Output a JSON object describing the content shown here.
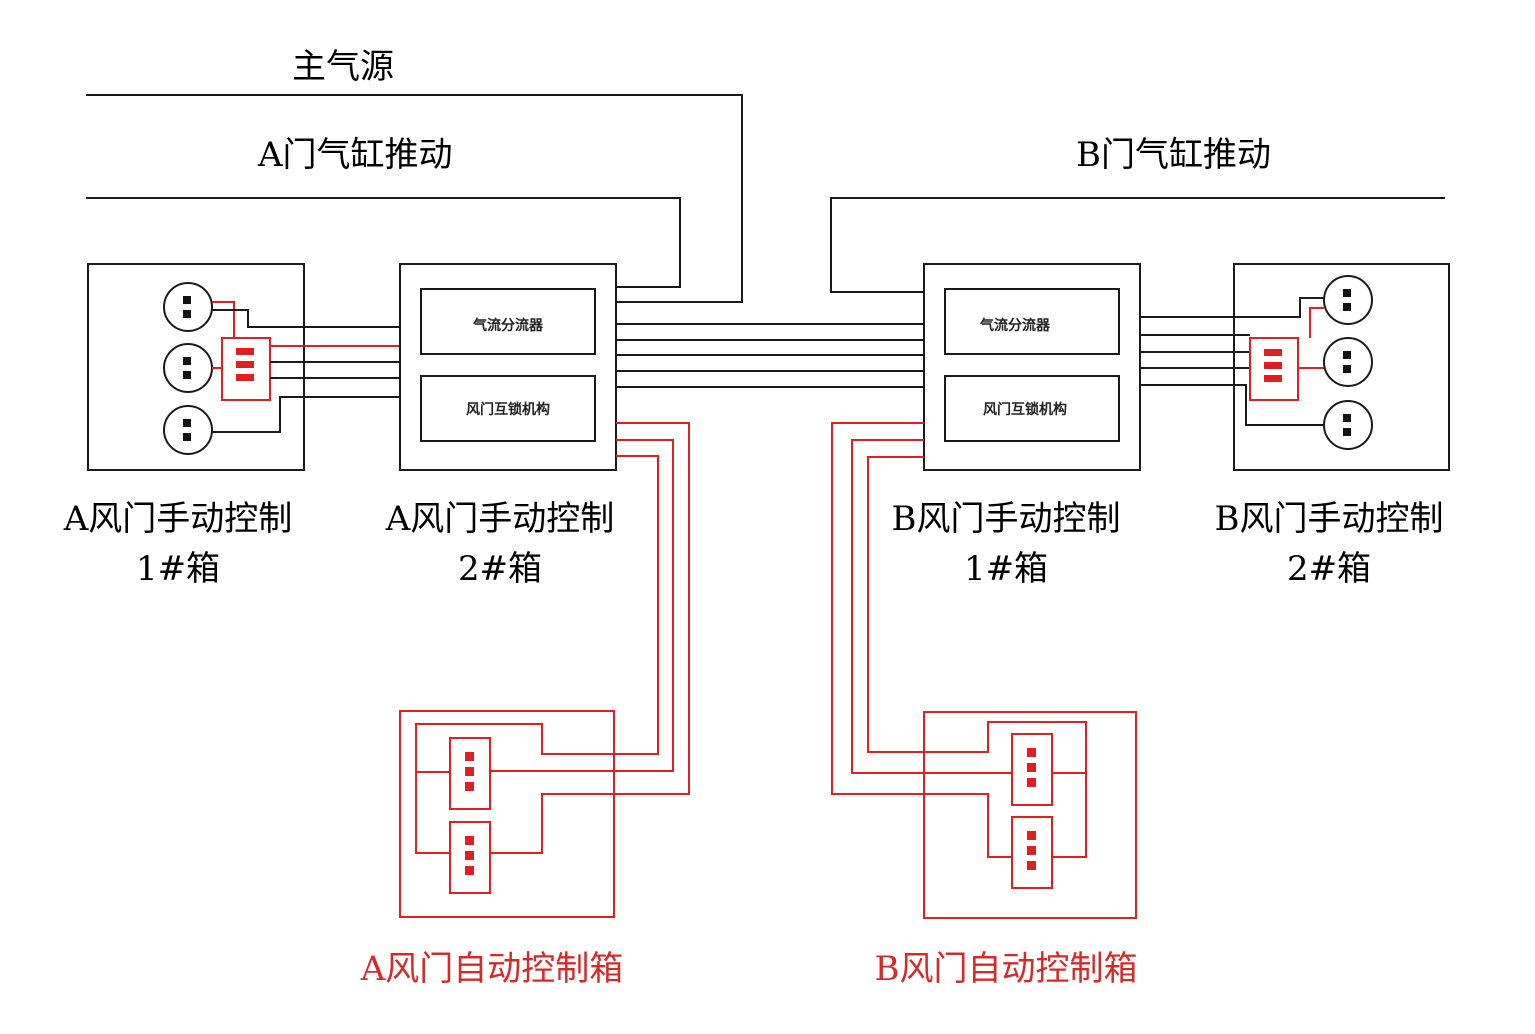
{
  "labels": {
    "main_source": "主气源",
    "a_cylinder": "A门气缸推动",
    "b_cylinder": "B门气缸推动",
    "a_manual_1_line1": "A风门手动控制",
    "a_manual_1_line2": "1#箱",
    "a_manual_2_line1": "A风门手动控制",
    "a_manual_2_line2": "2#箱",
    "b_manual_1_line1": "B风门手动控制",
    "b_manual_1_line2": "1#箱",
    "b_manual_2_line1": "B风门手动控制",
    "b_manual_2_line2": "2#箱",
    "a_auto_box": "A风门自动控制箱",
    "b_auto_box": "B风门自动控制箱"
  },
  "inner_labels": {
    "a_splitter": "气流分流器",
    "a_interlock": "风门互锁机构",
    "b_splitter": "气流分流器",
    "b_interlock": "风门互锁机构"
  },
  "colors": {
    "line_black": "#1a1a1a",
    "line_red": "#e02020",
    "text_red": "#d42a2a"
  }
}
